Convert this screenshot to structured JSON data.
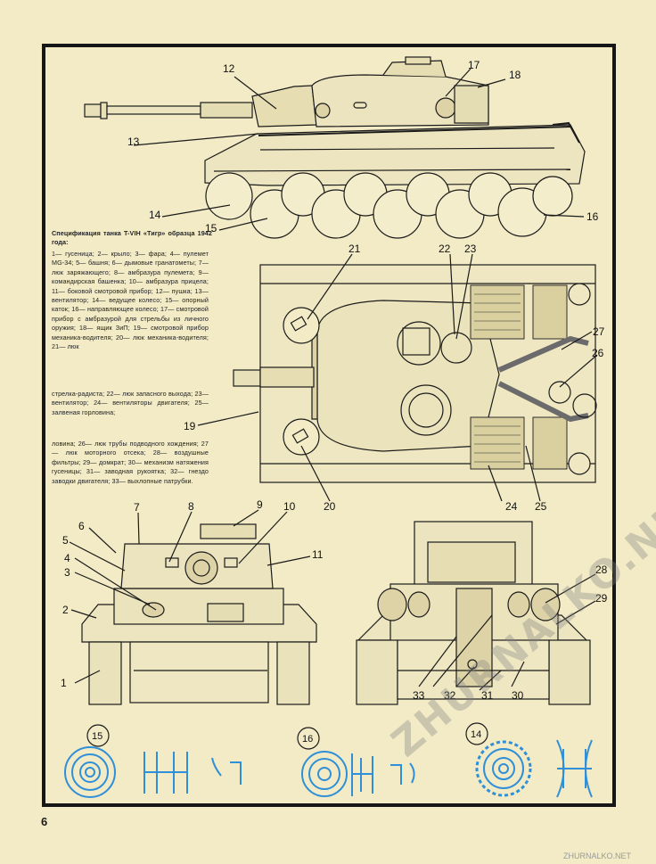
{
  "page_number": "6",
  "spec": {
    "title": "Спецификация танка T-VIH «Тигр» образца 1942 года:",
    "p1": "1— гусеница; 2— крыло; 3— фара; 4— пулемет MG-34; 5— башня; 6— дымовые гранатометы; 7— люк заряжающего; 8— амбразура пулемета; 9— командирская башенка; 10— амбразура прицела; 11— боковой смотровой прибор; 12— пушка; 13— вентилятор; 14— ведущее колесо; 15— опорный каток; 16— направляющее колесо; 17— смотровой прибор с амбразурой для стрельбы из личного оружия; 18— ящик ЗиП; 19— смотровой прибор механика-водителя; 20— люк механика-водителя; 21— люк",
    "p2": "стрелка-радиста; 22— люк запасного выхода; 23— вентилятор; 24— вентиляторы двигателя; 25— залвеная горловина;",
    "p3": "ловина; 26— люк трубы подводного хождения; 27— люк моторного отсека; 28— воздушные фильтры; 29— домкрат; 30— механизм натяжения гусеницы; 31— заводная рукоятка; 32— гнездо заводки двигателя; 33— выхлопные патрубки."
  },
  "callouts": {
    "c1": "1",
    "c2": "2",
    "c3": "3",
    "c4": "4",
    "c5": "5",
    "c6": "6",
    "c7": "7",
    "c8": "8",
    "c9": "9",
    "c10": "10",
    "c11": "11",
    "c12": "12",
    "c13": "13",
    "c14": "14",
    "c15": "15",
    "c16": "16",
    "c17": "17",
    "c18": "18",
    "c19": "19",
    "c20": "20",
    "c21": "21",
    "c22": "22",
    "c23": "23",
    "c24": "24",
    "c25": "25",
    "c26": "26",
    "c27": "27",
    "c28": "28",
    "c29": "29",
    "c30": "30",
    "c31": "31",
    "c32": "32",
    "c33": "33"
  },
  "details": {
    "d15": "15",
    "d16": "16",
    "d14": "14"
  },
  "watermark": "ZHURNALKO.NET",
  "footer_watermark": "ZHURNALKO.NET",
  "colors": {
    "paper": "#f2ebc6",
    "ink": "#161616",
    "blueprint": "#2f8fd8"
  }
}
